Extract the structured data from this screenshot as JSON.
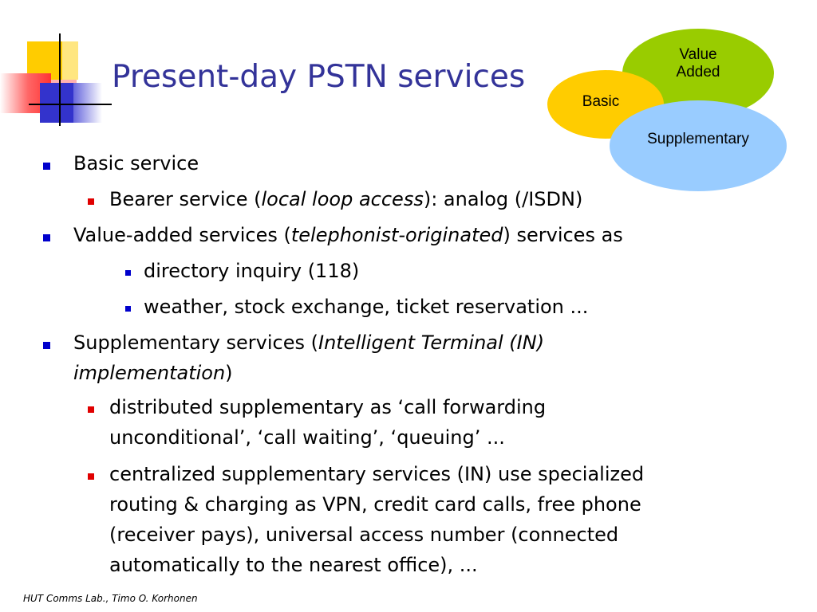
{
  "title": "Present-day PSTN services",
  "ellipses": {
    "value_added_line1": "Value",
    "value_added_line2": "Added",
    "basic": "Basic",
    "supplementary": "Supplementary"
  },
  "bullets": {
    "b1": {
      "text": "Basic service"
    },
    "b1_1": {
      "pre": "Bearer service (",
      "em": "local loop access",
      "post": "): analog (/ISDN)"
    },
    "b2": {
      "pre": "Value-added services (",
      "em": "telephonist-originated",
      "post": ") services as"
    },
    "b2_1": {
      "text": "directory inquiry (118)"
    },
    "b2_2": {
      "text": "weather, stock exchange, ticket reservation ..."
    },
    "b3": {
      "pre": "Supplementary services (",
      "em1": "Intelligent Terminal (IN)",
      "em2": "implementation",
      "post": ")"
    },
    "b3_1": {
      "line1": "distributed supplementary as ‘call forwarding",
      "line2": "unconditional’, ‘call waiting’, ‘queuing’ ..."
    },
    "b3_2": {
      "line1": "centralized supplementary services (IN) use specialized",
      "line2": "routing & charging as VPN, credit card calls, free phone",
      "line3": "(receiver pays), universal access number (connected",
      "line4": "automatically to the nearest office), ..."
    }
  },
  "footer": "HUT Comms Lab., Timo O. Korhonen",
  "colors": {
    "title": "#333399",
    "bullet_level1": "#0000cc",
    "bullet_level2": "#e00000",
    "ellipse_value_added": "#99cc00",
    "ellipse_basic": "#ffcc00",
    "ellipse_supplementary": "#99ccff"
  }
}
